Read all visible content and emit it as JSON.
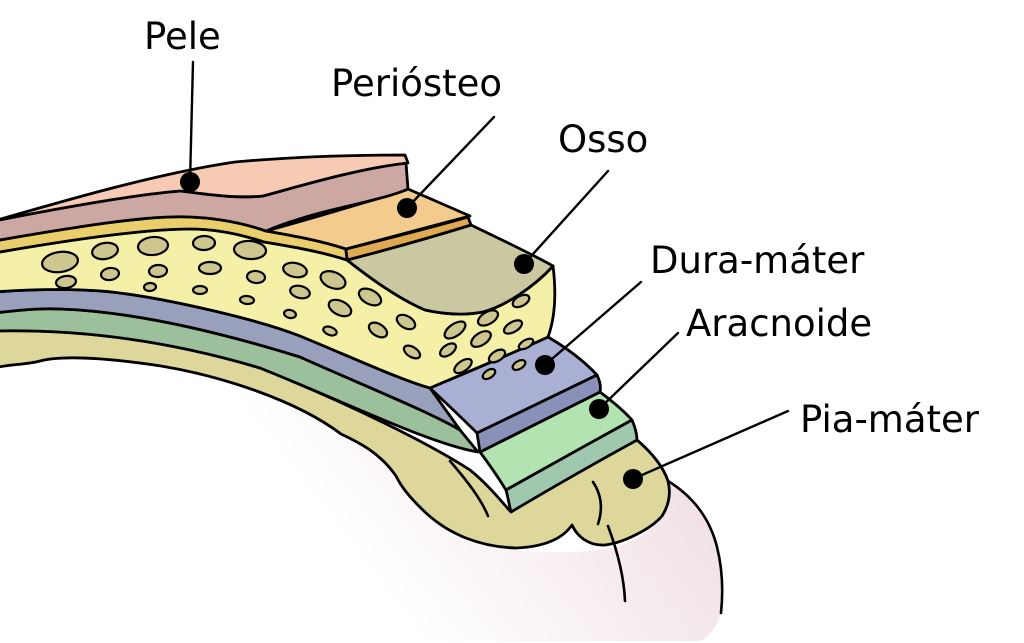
{
  "figure": {
    "type": "anatomical-diagram",
    "background": "#ffffff",
    "outline_color": "#000000"
  },
  "labels": {
    "pele": {
      "text": "Pele"
    },
    "periosteo": {
      "text": "Periósteo"
    },
    "osso": {
      "text": "Osso"
    },
    "dura": {
      "text": "Dura-máter"
    },
    "aracnoide": {
      "text": "Aracnoide"
    },
    "pia": {
      "text": "Pia-máter"
    }
  },
  "colors": {
    "skin_top": "#f7cab4",
    "skin_cut": "#cda7a2",
    "periosteum_top": "#f3cc8d",
    "periosteum_band": "#eace6c",
    "periosteum_edge": "#dfa952",
    "bone": "#f4f0a7",
    "bone_spots": "#cdc78f",
    "bone_top": "#cac8a0",
    "dura_top": "#aab0d4",
    "dura_cut": "#8a91b9",
    "dura_band": "#99a0bc",
    "arachnoid_top": "#b2e3b0",
    "arachnoid_cut": "#a0c8af",
    "arachnoid_band": "#9cc09c",
    "pia": "#ddd79b",
    "brain": "#f0dfe3",
    "marker": "#000000"
  }
}
